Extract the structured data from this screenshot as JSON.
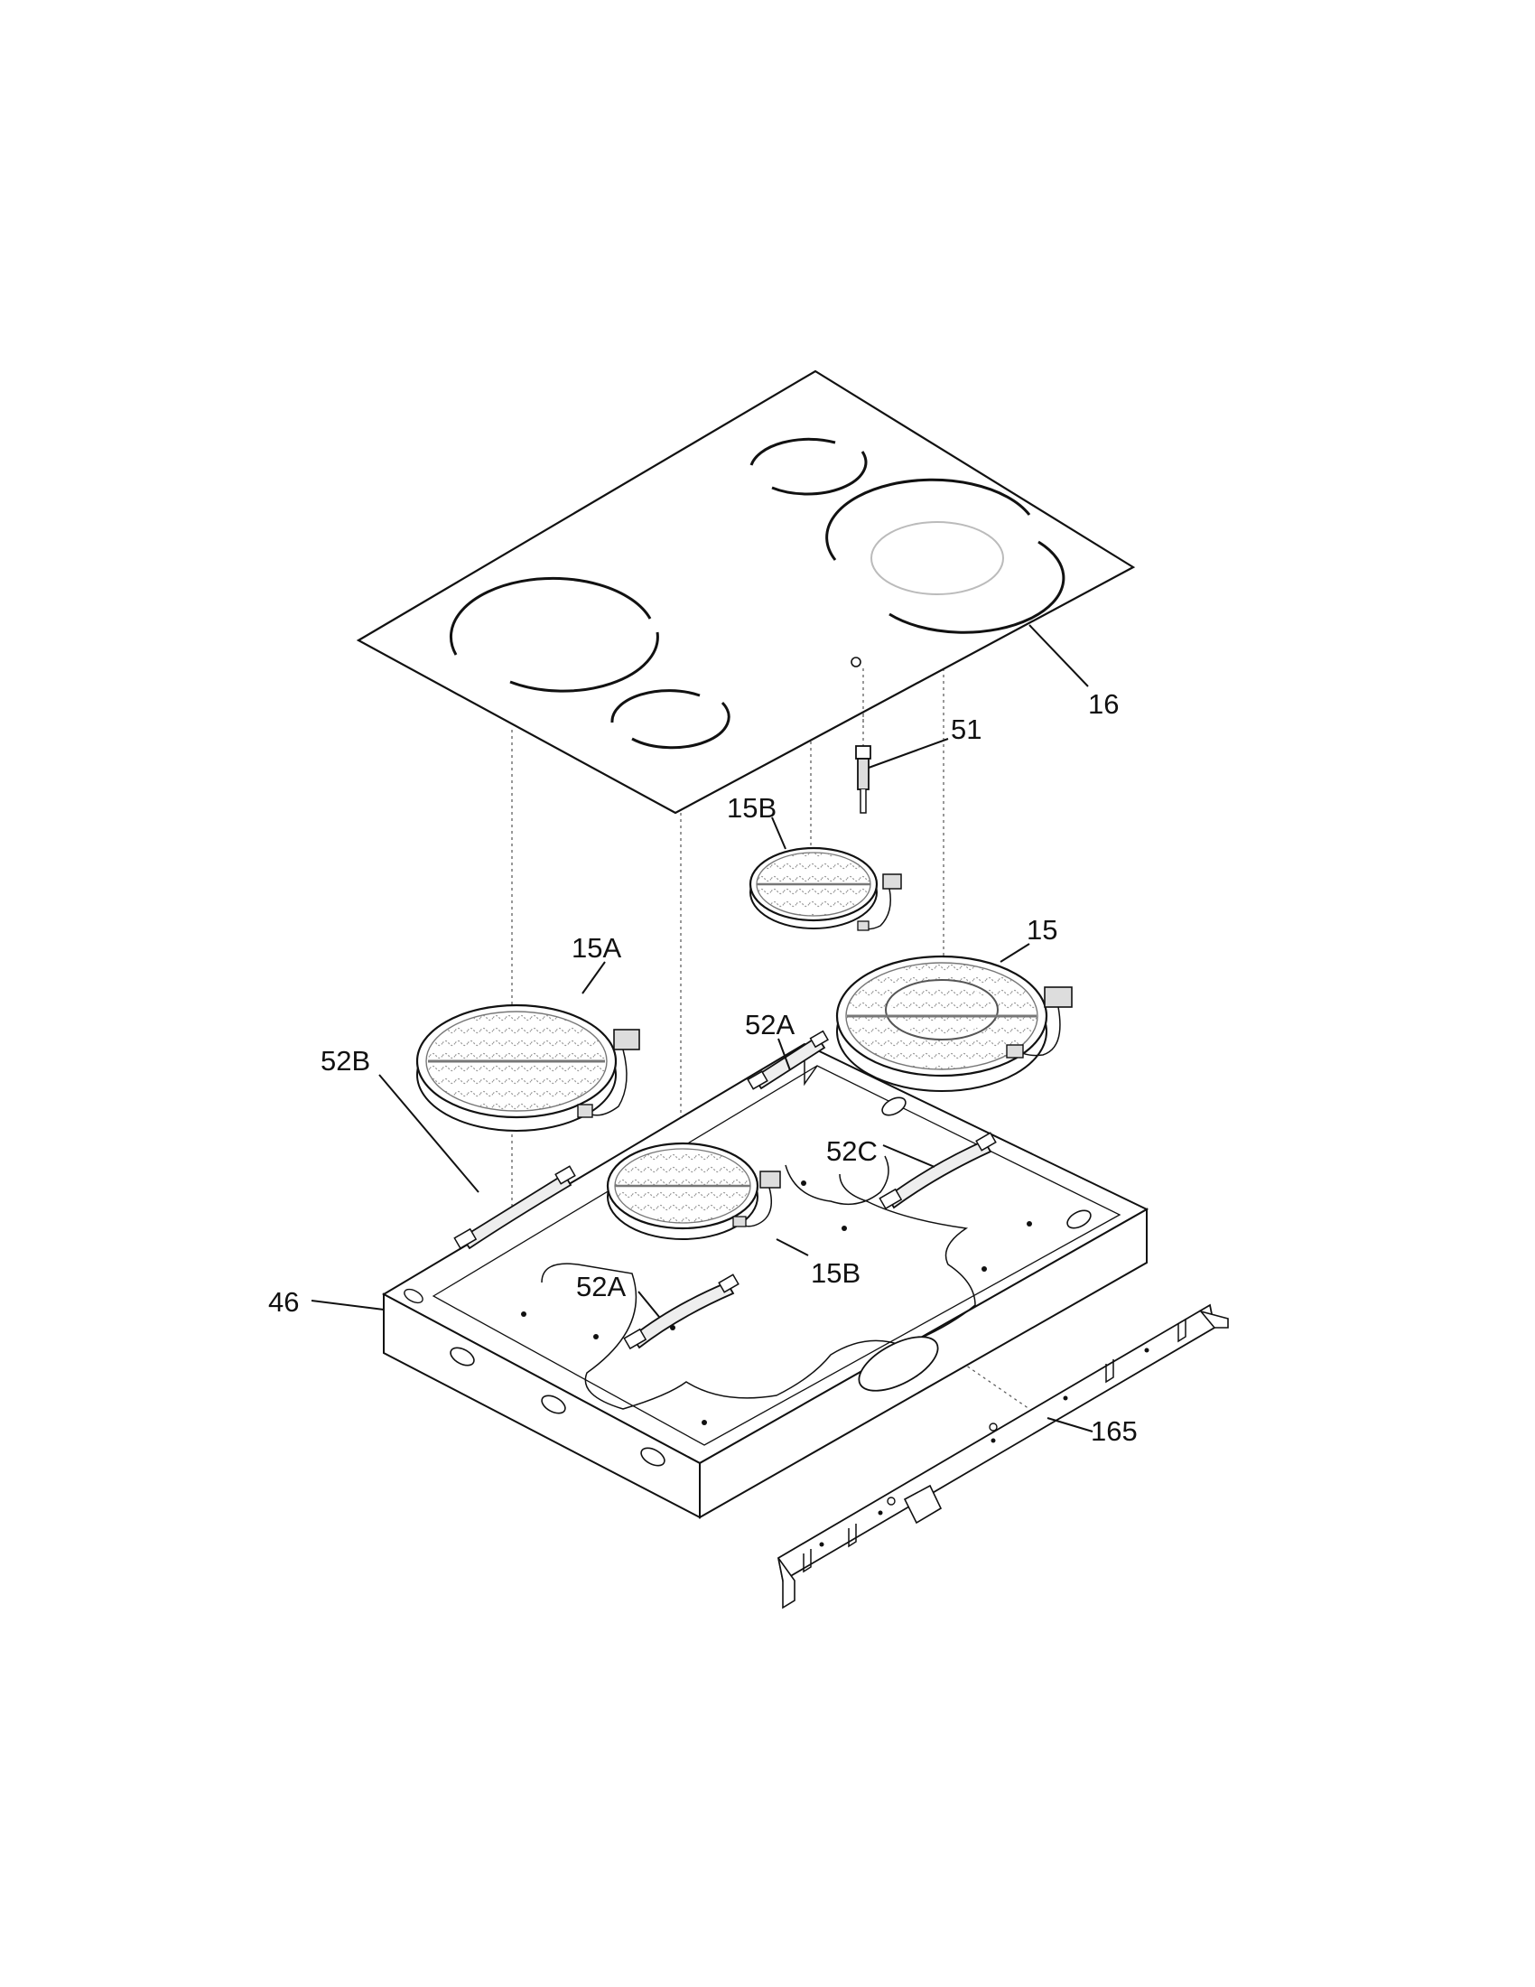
{
  "callouts": {
    "p16": "16",
    "p51": "51",
    "p15b_top": "15B",
    "p15": "15",
    "p15a": "15A",
    "p52a_top": "52A",
    "p52b": "52B",
    "p52c": "52C",
    "p15b_bottom": "15B",
    "p52a_bottom": "52A",
    "p46": "46",
    "p165": "165"
  }
}
